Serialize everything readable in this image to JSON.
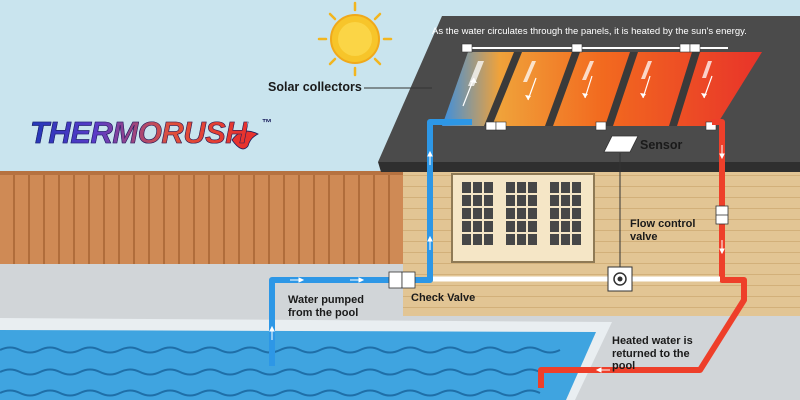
{
  "brand": {
    "name": "THERMORUSH",
    "trademark": "™"
  },
  "labels": {
    "caption": "As the water circulates through the panels, it is heated by the sun's energy.",
    "solar_collectors": "Solar collectors",
    "sensor": "Sensor",
    "flow_control_valve": "Flow control valve",
    "water_pumped": "Water pumped from the pool",
    "check_valve": "Check Valve",
    "heated_water": "Heated water is returned to the pool"
  },
  "colors": {
    "sky": "#c9e4ee",
    "cold_pipe": "#2d97e6",
    "hot_pipe": "#ee3f2a",
    "roof": "#4b4b4b",
    "wall": "#e2c594",
    "fence": "#cf8a55",
    "pool": "#3fa4e0",
    "sun": "#f7c52a"
  }
}
